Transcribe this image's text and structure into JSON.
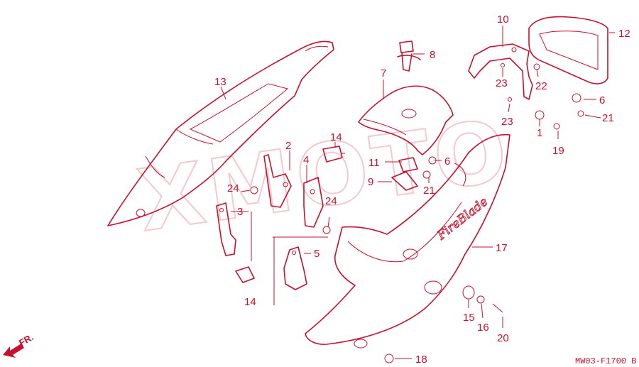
{
  "watermark": "XMOTO",
  "diagram_code": "MW03-F1700 B",
  "front_arrow_label": "FR.",
  "cover_script": "FireBlade",
  "labels": {
    "l1": "1",
    "l2": "2",
    "l3": "3",
    "l4": "4",
    "l5": "5",
    "l6a": "6",
    "l6b": "6",
    "l7": "7",
    "l8": "8",
    "l9": "9",
    "l10": "10",
    "l11": "11",
    "l12": "12",
    "l13": "13",
    "l14a": "14",
    "l14b": "14",
    "l15": "15",
    "l16": "16",
    "l17": "17",
    "l18": "18",
    "l19": "19",
    "l20": "20",
    "l21a": "21",
    "l21b": "21",
    "l22": "22",
    "l23a": "23",
    "l23b": "23",
    "l24a": "24",
    "l24b": "24"
  }
}
